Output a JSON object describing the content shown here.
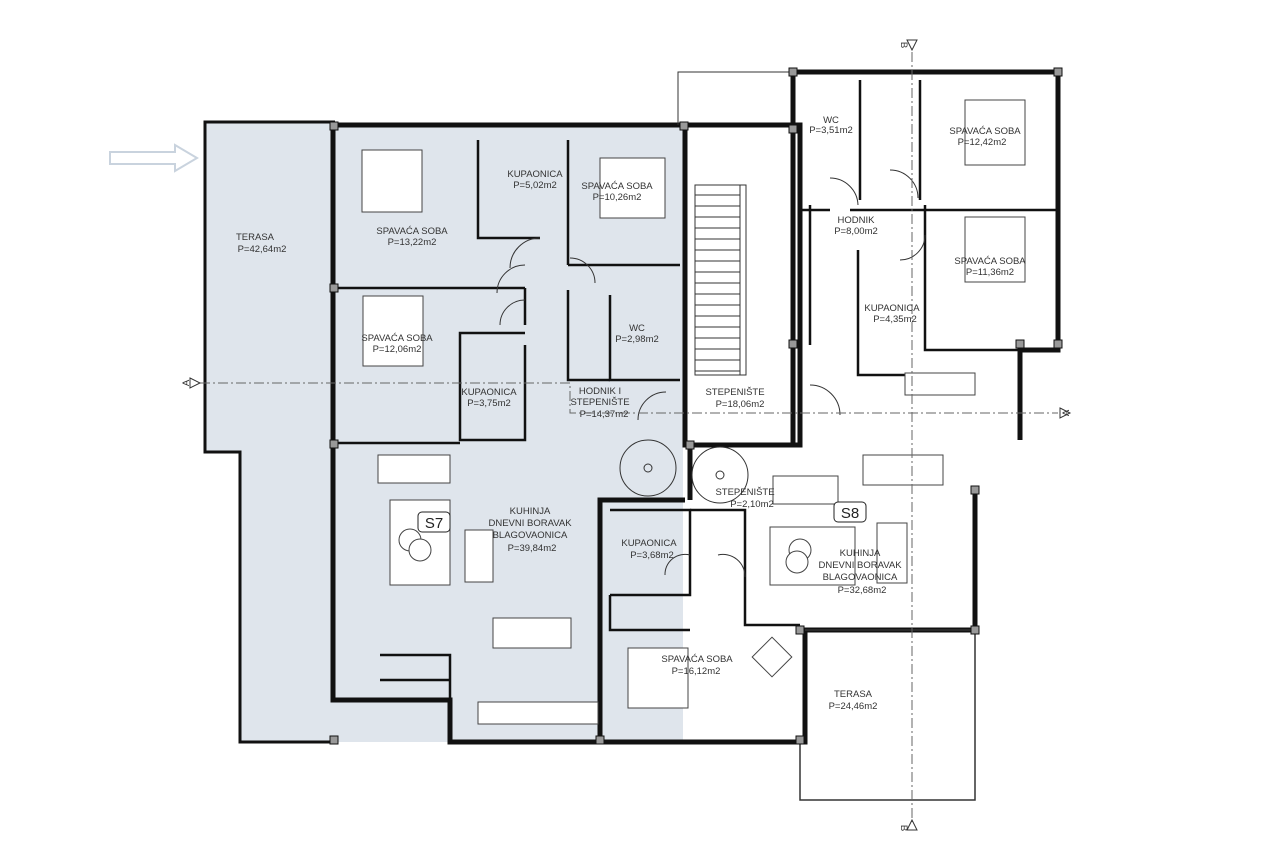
{
  "title": "Floor plan - apartments S7 and S8",
  "colors": {
    "shaded_unit": "#dfe5ec",
    "walls": "#111111",
    "arrow": "#c9d3de"
  },
  "apartments": [
    {
      "label": "S7"
    },
    {
      "label": "S8"
    }
  ],
  "section_markers": {
    "a": "A",
    "b": "B"
  },
  "rooms": [
    {
      "lines": [
        "TERASA",
        "P=42,64m2"
      ]
    },
    {
      "lines": [
        "SPAVAĆA SOBA",
        "P=13,22m2"
      ]
    },
    {
      "lines": [
        "KUPAONICA",
        "P=5,02m2"
      ]
    },
    {
      "lines": [
        "SPAVAĆA SOBA",
        "P=10,26m2"
      ]
    },
    {
      "lines": [
        "SPAVAĆA SOBA",
        "P=12,06m2"
      ]
    },
    {
      "lines": [
        "KUPAONICA",
        "P=3,75m2"
      ]
    },
    {
      "lines": [
        "WC",
        "P=2,98m2"
      ]
    },
    {
      "lines": [
        "HODNIK I",
        "STEPENIŠTE",
        "P=14,37m2"
      ]
    },
    {
      "lines": [
        "STEPENIŠTE",
        "P=18,06m2"
      ]
    },
    {
      "lines": [
        "WC",
        "P=3,51m2"
      ]
    },
    {
      "lines": [
        "SPAVAĆA SOBA",
        "P=12,42m2"
      ]
    },
    {
      "lines": [
        "HODNIK",
        "P=8,00m2"
      ]
    },
    {
      "lines": [
        "SPAVAĆA SOBA",
        "P=11,36m2"
      ]
    },
    {
      "lines": [
        "KUPAONICA",
        "P=4,35m2"
      ]
    },
    {
      "lines": [
        "STEPENIŠTE",
        "P=2,10m2"
      ]
    },
    {
      "lines": [
        "KUHINJA",
        "DNEVNI BORAVAK",
        "BLAGOVAONICA",
        "P=39,84m2"
      ]
    },
    {
      "lines": [
        "KUPAONICA",
        "P=3,68m2"
      ]
    },
    {
      "lines": [
        "KUHINJA",
        "DNEVNI BORAVAK",
        "BLAGOVAONICA",
        "P=32,68m2"
      ]
    },
    {
      "lines": [
        "SPAVAĆA SOBA",
        "P=16,12m2"
      ]
    },
    {
      "lines": [
        "TERASA",
        "P=24,46m2"
      ]
    }
  ]
}
